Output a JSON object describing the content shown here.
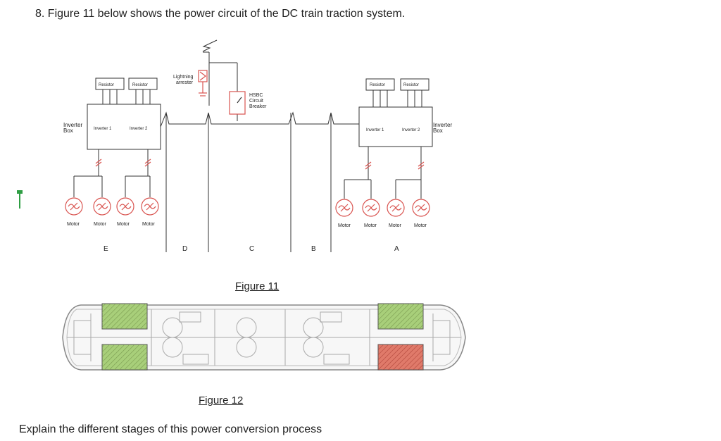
{
  "question": "8. Figure 11 below shows the power circuit of the DC train traction system.",
  "figure11": {
    "caption": "Figure 11",
    "lightning_arrester": [
      "Lightning",
      "arrester"
    ],
    "hsbc": [
      "HSBC",
      "Circuit",
      "Breaker"
    ],
    "left_car": {
      "resistors": [
        "Resistor",
        "Resistor"
      ],
      "inverter_box": [
        "Inverter",
        "Box"
      ],
      "inverters": [
        "Inverter 1",
        "Inverter 2"
      ],
      "motors": [
        "Motor",
        "Motor",
        "Motor",
        "Motor"
      ]
    },
    "right_car": {
      "resistors": [
        "Resistor",
        "Resistor"
      ],
      "inverter_box": [
        "Inverter",
        "Box"
      ],
      "inverters": [
        "Inverter 1",
        "Inverter 2"
      ],
      "motors": [
        "Motor",
        "Motor",
        "Motor",
        "Motor"
      ]
    },
    "sections": [
      "E",
      "D",
      "C",
      "B",
      "A"
    ]
  },
  "figure12": {
    "caption": "Figure 12"
  },
  "prompt": "Explain the different stages of this power conversion process",
  "colors": {
    "circuit_red": "#d9534f",
    "green_unit": "#a8cf7a",
    "red_unit": "#e07a6a",
    "marker_green": "#2f9e44"
  }
}
